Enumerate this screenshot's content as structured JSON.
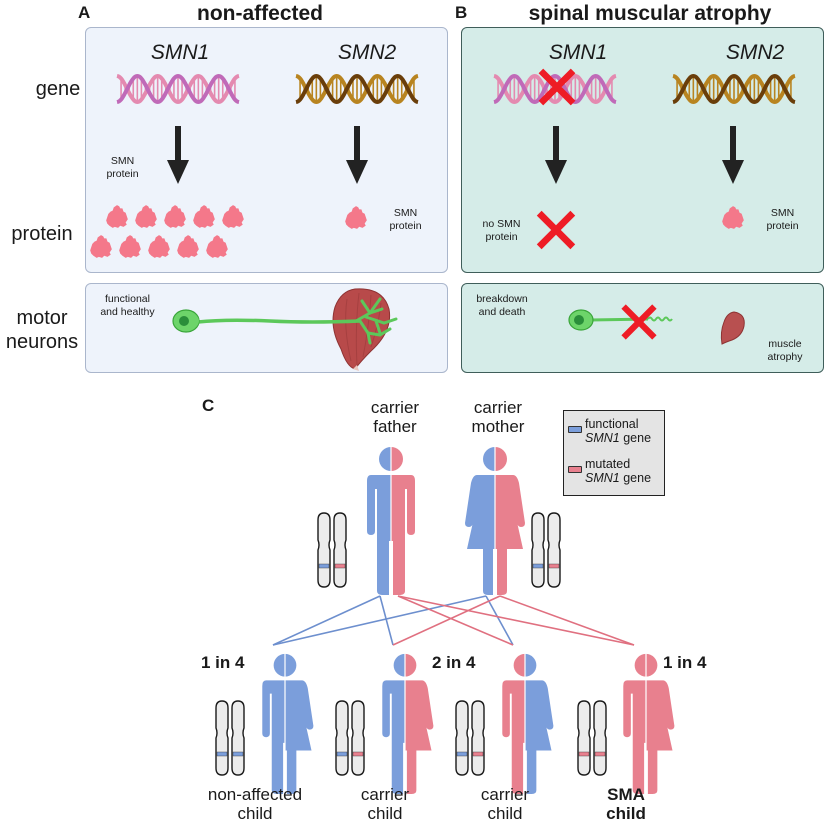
{
  "colors": {
    "functional": "#7b9edb",
    "mutated": "#e8808e",
    "panel_a_bg": "#eef3fb",
    "panel_b_bg": "#d5ece8",
    "cross_red": "#ee1c25",
    "protein_pink": "#f4788a",
    "neuron_green": "#5cc85a",
    "muscle_red": "#b84a4a",
    "smn1_dna": "#c06ab8",
    "smn2_dna": "#8a5a14"
  },
  "row_labels": {
    "gene": "gene",
    "protein": "protein",
    "motor_neurons_line1": "motor",
    "motor_neurons_line2": "neurons"
  },
  "panel_a": {
    "letter": "A",
    "title": "non-affected",
    "smn1_label": "SMN1",
    "smn2_label": "SMN2",
    "smn1_protein_label_line1": "SMN",
    "smn1_protein_label_line2": "protein",
    "smn2_protein_label_line1": "SMN",
    "smn2_protein_label_line2": "protein",
    "smn1_protein_count": 10,
    "smn2_protein_count": 1,
    "neuron_label_line1": "functional",
    "neuron_label_line2": "and healthy"
  },
  "panel_b": {
    "letter": "B",
    "title": "spinal muscular atrophy",
    "smn1_label": "SMN1",
    "smn2_label": "SMN2",
    "no_protein_label_line1": "no SMN",
    "no_protein_label_line2": "protein",
    "smn2_protein_label_line1": "SMN",
    "smn2_protein_label_line2": "protein",
    "smn2_protein_count": 1,
    "neuron_label_line1": "breakdown",
    "neuron_label_line2": "and death",
    "muscle_label_line1": "muscle",
    "muscle_label_line2": "atrophy"
  },
  "panel_c": {
    "letter": "C",
    "legend": {
      "functional_line1": "functional",
      "functional_gene": "SMN1",
      "functional_suffix": " gene",
      "mutated_line1": "mutated",
      "mutated_gene": "SMN1",
      "mutated_suffix": " gene"
    },
    "parents": [
      {
        "line1": "carrier",
        "line2": "father",
        "alleles": [
          "functional",
          "mutated"
        ]
      },
      {
        "line1": "carrier",
        "line2": "mother",
        "alleles": [
          "functional",
          "mutated"
        ]
      }
    ],
    "children": [
      {
        "ratio": "1 in 4",
        "line1": "non-affected",
        "line2": "child",
        "alleles": [
          "functional",
          "functional"
        ],
        "bold": false
      },
      {
        "ratio": "2 in 4",
        "line1": "carrier",
        "line2": "child",
        "alleles": [
          "functional",
          "mutated"
        ],
        "bold": false
      },
      {
        "ratio": "",
        "line1": "carrier",
        "line2": "child",
        "alleles": [
          "mutated",
          "functional"
        ],
        "bold": false
      },
      {
        "ratio": "1 in 4",
        "line1": "SMA",
        "line2": "child",
        "alleles": [
          "mutated",
          "mutated"
        ],
        "bold": true
      }
    ]
  }
}
